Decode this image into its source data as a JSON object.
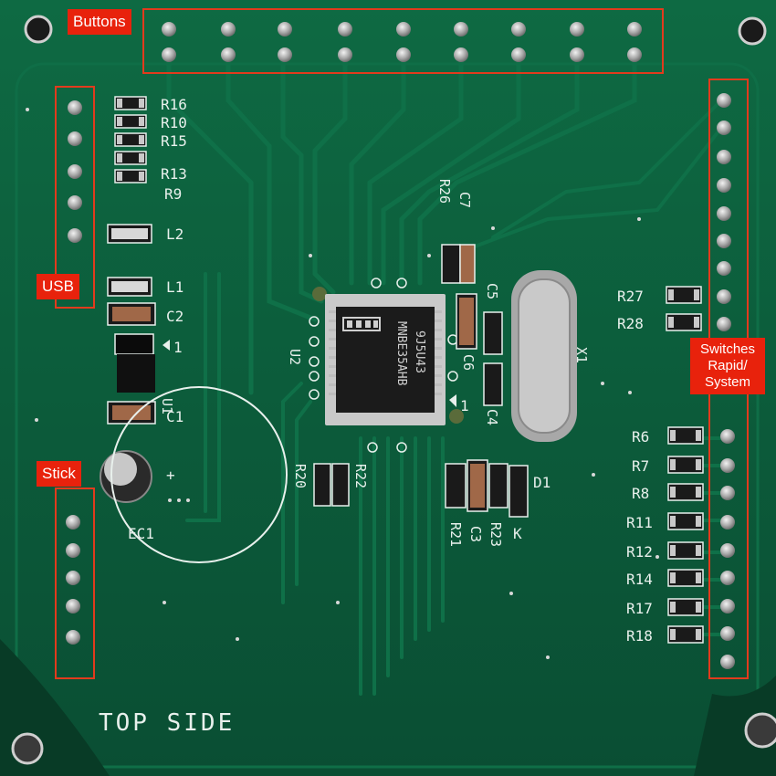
{
  "annotations": {
    "buttons": "Buttons",
    "usb": "USB",
    "stick": "Stick",
    "switches_line1": "Switches",
    "switches_line2": "Rapid/",
    "switches_line3": "System"
  },
  "silkscreen": {
    "resistors_left": [
      "R16",
      "R10",
      "R15",
      "R13",
      "R9"
    ],
    "l2": "L2",
    "l1": "L1",
    "c2": "C2",
    "c1": "C1",
    "u1": "U1",
    "pin1_left": "1",
    "ec1": "EC1",
    "plus": "+",
    "u2": "U2",
    "chip_text1": "MNBE35AHB",
    "chip_text2": "9J5U43",
    "pin1_chip": "1",
    "r20": "R20",
    "r22": "R22",
    "r26": "R26",
    "c7": "C7",
    "c5": "C5",
    "c6": "C6",
    "c4": "C4",
    "x1": "X1",
    "r27": "R27",
    "r28": "R28",
    "d1": "D1",
    "k": "K",
    "r21": "R21",
    "c3": "C3",
    "r23": "R23",
    "resistors_right": [
      "R6",
      "R7",
      "R8",
      "R11",
      "R12",
      "R14",
      "R17",
      "R18"
    ],
    "top_side": "TOP SIDE"
  },
  "colors": {
    "board": "#0c5a3a",
    "trace": "#0f6b45",
    "solder": "#b8b8b8",
    "silk": "#e8f0ec",
    "annotation": "#e8220c"
  }
}
